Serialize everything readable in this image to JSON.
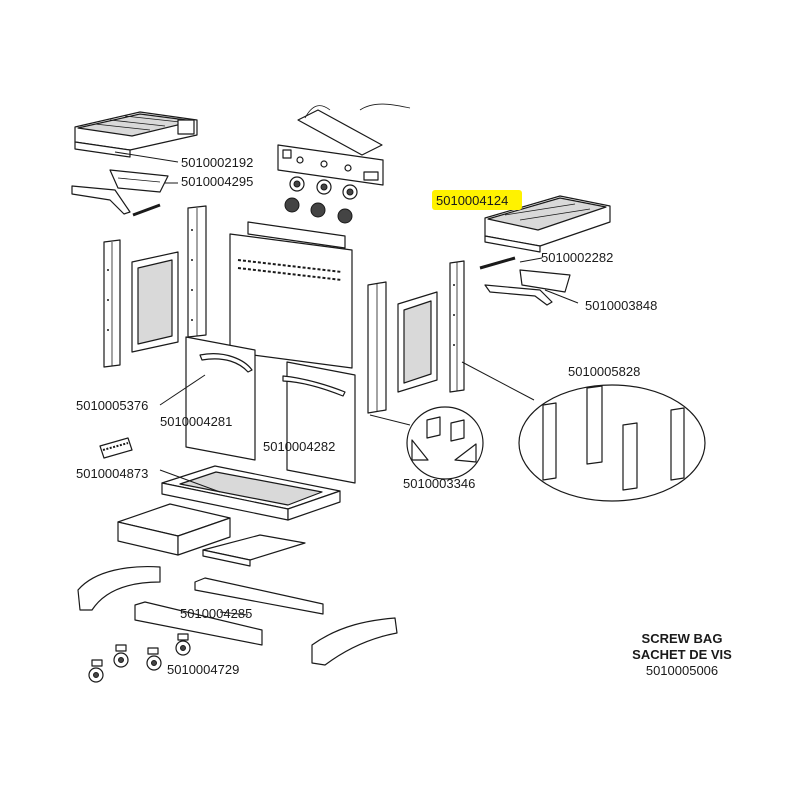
{
  "labels": {
    "p_5010002192": "5010002192",
    "p_5010004295": "5010004295",
    "p_5010004124": "5010004124",
    "p_5010002282": "5010002282",
    "p_5010003848": "5010003848",
    "p_5010005828": "5010005828",
    "p_5010005376": "5010005376",
    "p_5010004281": "5010004281",
    "p_5010004282": "5010004282",
    "p_5010004873": "5010004873",
    "p_5010003346": "5010003346",
    "p_5010004285": "5010004285",
    "p_5010004729": "5010004729"
  },
  "screw_bag": {
    "line1": "SCREW BAG",
    "line2": "SACHET DE VIS",
    "part": "5010005006"
  },
  "colors": {
    "highlight": "#fff200",
    "line": "#1a1a1a"
  }
}
